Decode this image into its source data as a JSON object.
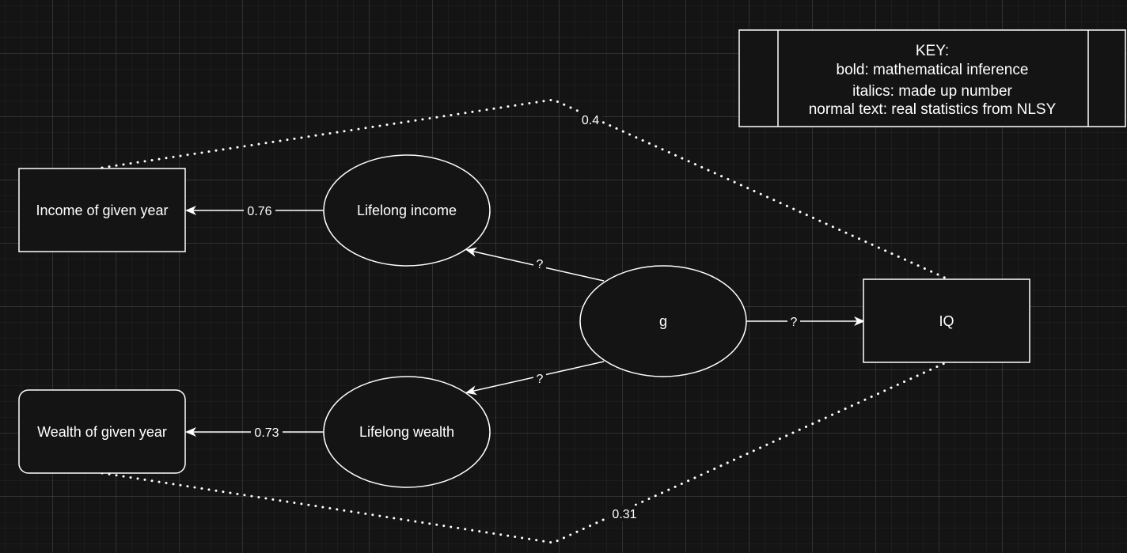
{
  "nodes": {
    "income_year": "Income of given year",
    "wealth_year": "Wealth of given year",
    "lifelong_income": "Lifelong income",
    "lifelong_wealth": "Lifelong wealth",
    "g": "g",
    "iq": "IQ"
  },
  "edges": {
    "lifelong_income_to_income_year": "0.76",
    "lifelong_wealth_to_wealth_year": "0.73",
    "g_to_lifelong_income": "?",
    "g_to_lifelong_wealth": "?",
    "g_to_iq": "?",
    "iq_income_year_dotted": "0.4",
    "iq_wealth_year_dotted": "0.31"
  },
  "key": {
    "title": "KEY:",
    "line1": "bold: mathematical inference",
    "line2": "italics: made up number",
    "line3": "normal text: real statistics from NLSY"
  },
  "colors": {
    "background": "#141414",
    "stroke": "#ffffff",
    "fill": "#141414"
  }
}
